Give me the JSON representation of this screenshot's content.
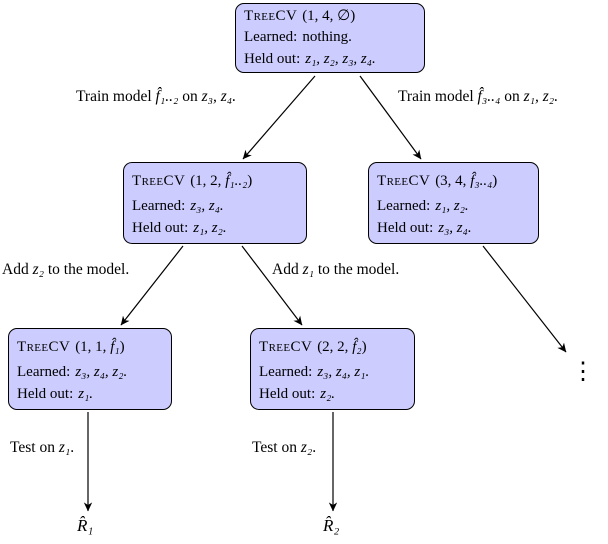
{
  "diagram": {
    "colors": {
      "background": "#ffffff",
      "box_fill": "#ccccff",
      "box_border": "#000000",
      "arrow": "#000000"
    },
    "boxes": [
      {
        "name": "TreeCV",
        "args": [
          {
            "text": "(1, 4, ∅)",
            "math": false
          }
        ],
        "learned_label": "Learned:",
        "learned_value": "nothing.",
        "held_label": "Held out:",
        "held_value": "z₁, z₂, z₃, z₄."
      },
      {
        "name": "TreeCV",
        "args": [
          {
            "text": "(1, 2, ",
            "math": false
          },
          {
            "text": "f̂₁..₂",
            "math": true
          },
          {
            "text": ")",
            "math": false
          }
        ],
        "learned_label": "Learned:",
        "learned_value": "z₃, z₄.",
        "held_label": "Held out:",
        "held_value": "z₁, z₂."
      },
      {
        "name": "TreeCV",
        "args": [
          {
            "text": "(3, 4, ",
            "math": false
          },
          {
            "text": "f̂₃..₄",
            "math": true
          },
          {
            "text": ")",
            "math": false
          }
        ],
        "learned_label": "Learned:",
        "learned_value": "z₁, z₂.",
        "held_label": "Held out:",
        "held_value": "z₃, z₄."
      },
      {
        "name": "TreeCV",
        "args": [
          {
            "text": "(1, 1, ",
            "math": false
          },
          {
            "text": "f̂₁",
            "math": true
          },
          {
            "text": ")",
            "math": false
          }
        ],
        "learned_label": "Learned:",
        "learned_value": "z₃, z₄, z₂.",
        "held_label": "Held out:",
        "held_value": "z₁."
      },
      {
        "name": "TreeCV",
        "args": [
          {
            "text": "(2, 2, ",
            "math": false
          },
          {
            "text": "f̂₂",
            "math": true
          },
          {
            "text": ")",
            "math": false
          }
        ],
        "learned_label": "Learned:",
        "learned_value": "z₃, z₄, z₁.",
        "held_label": "Held out:",
        "held_value": "z₂."
      }
    ],
    "edge_labels": {
      "train_left": [
        {
          "text": "Train model ",
          "math": false
        },
        {
          "text": "f̂₁..₂",
          "math": true
        },
        {
          "text": " on ",
          "math": false
        },
        {
          "text": "z₃, z₄.",
          "math": true
        }
      ],
      "train_right": [
        {
          "text": "Train model ",
          "math": false
        },
        {
          "text": "f̂₃..₄",
          "math": true
        },
        {
          "text": " on ",
          "math": false
        },
        {
          "text": "z₁, z₂.",
          "math": true
        }
      ],
      "add_left": [
        {
          "text": "Add ",
          "math": false
        },
        {
          "text": "z₂",
          "math": true
        },
        {
          "text": " to the model.",
          "math": false
        }
      ],
      "add_right": [
        {
          "text": "Add ",
          "math": false
        },
        {
          "text": "z₁",
          "math": true
        },
        {
          "text": " to the model.",
          "math": false
        }
      ],
      "test_left": [
        {
          "text": "Test on ",
          "math": false
        },
        {
          "text": "z₁",
          "math": true
        },
        {
          "text": ".",
          "math": false
        }
      ],
      "test_right": [
        {
          "text": "Test on ",
          "math": false
        },
        {
          "text": "z₂",
          "math": true
        },
        {
          "text": ".",
          "math": false
        }
      ],
      "r1": "R̂₁",
      "r2": "R̂₂",
      "ellipsis": "⋮"
    }
  }
}
